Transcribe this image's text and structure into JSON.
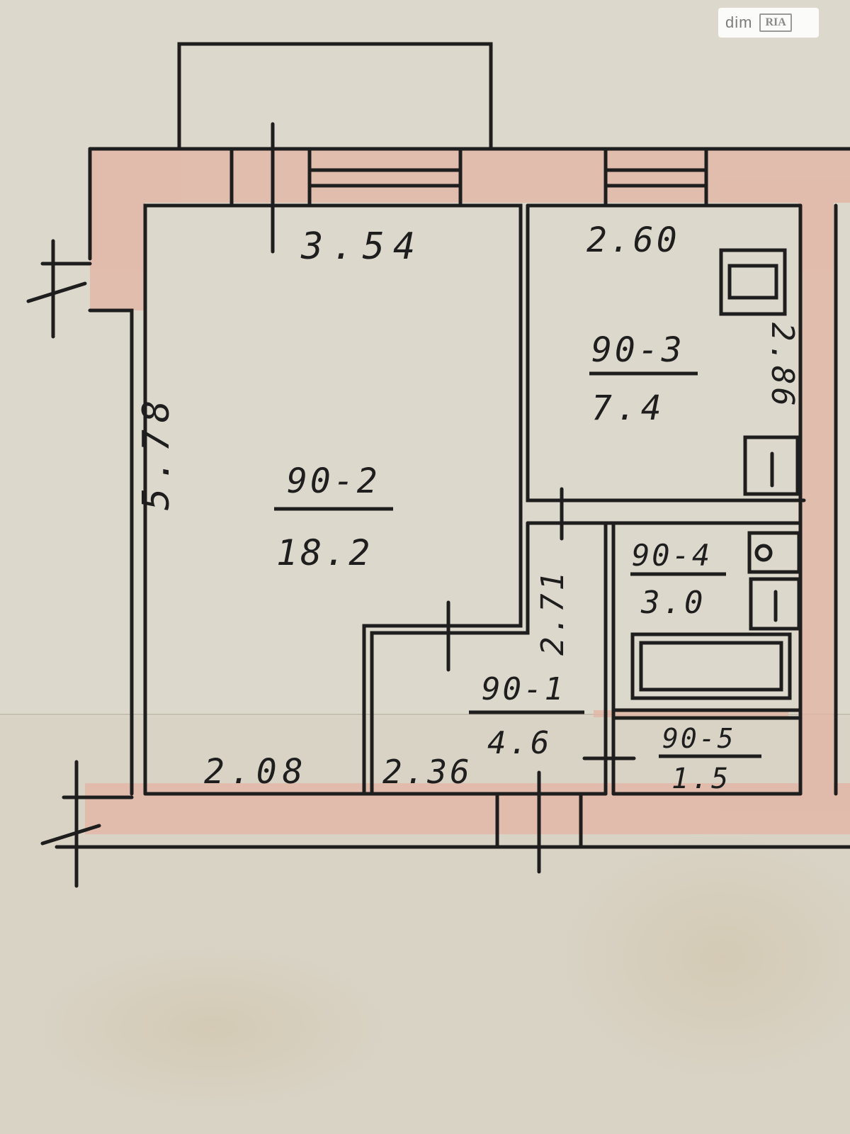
{
  "watermark": {
    "brand": "dim",
    "mark": "RIA"
  },
  "rooms": [
    {
      "id": "90-1",
      "area": "4.6"
    },
    {
      "id": "90-2",
      "area": "18.2"
    },
    {
      "id": "90-3",
      "area": "7.4"
    },
    {
      "id": "90-4",
      "area": "3.0"
    },
    {
      "id": "90-5",
      "area": "1.5"
    }
  ],
  "dimensions": {
    "living_width": "3.54",
    "living_length": "5.78",
    "kitchen_width": "2.60",
    "kitchen_length": "2.86",
    "corridor_length": "2.71",
    "bottom_left": "2.08",
    "bottom_mid": "2.36"
  },
  "colors": {
    "paper": "#d9d3c6",
    "wall_fill": "#e2b6a6",
    "ink": "#1e1e1e"
  }
}
